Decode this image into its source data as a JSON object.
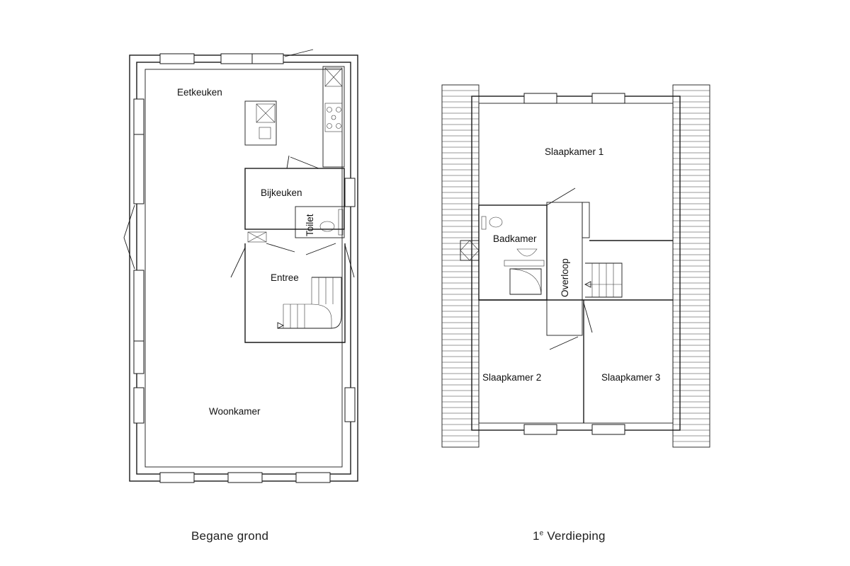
{
  "ground_floor": {
    "caption": "Begane grond",
    "rooms": {
      "eetkeuken": "Eetkeuken",
      "bijkeuken": "Bijkeuken",
      "toilet": "Toilet",
      "entree": "Entree",
      "woonkamer": "Woonkamer"
    }
  },
  "first_floor": {
    "caption_prefix": "1",
    "caption_superscript": "e",
    "caption_rest": " Verdieping",
    "rooms": {
      "slaapkamer1": "Slaapkamer 1",
      "badkamer": "Badkamer",
      "overloop": "Overloop",
      "slaapkamer2": "Slaapkamer 2",
      "slaapkamer3": "Slaapkamer 3"
    }
  }
}
